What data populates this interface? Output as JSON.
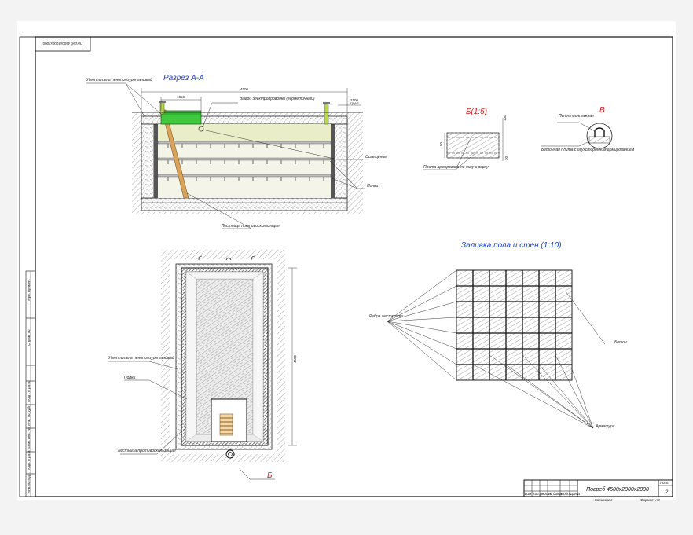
{
  "stamp": {
    "code": "Погреб 4500х2000х2000"
  },
  "section_aa": {
    "title": "Разрез А-А",
    "insulation_label": "Утеплитель пенополиуретановый",
    "dim_top": "4500",
    "dim_hatch": "1050",
    "dim_right": "2100",
    "ground_note": "грунт",
    "vent_label": "Вывод электропроводки (герметичный)",
    "lighting_label": "Освещение",
    "shelves_label": "Полки",
    "ladder_label": "Лестница противоскользящая"
  },
  "detail_b": {
    "title": "Б(1:5)",
    "mesh_note": "Плита армирована по низу и верху",
    "dim_1": "100",
    "dim_2": "50",
    "dim_3": "30"
  },
  "detail_v": {
    "title": "В",
    "loop_label": "Петля монтажная",
    "slab_label": "Бетонная плита с двухсторонним армированием"
  },
  "plan": {
    "dim_right": "4500",
    "insulation_label": "Утеплитель пенополиуретановый",
    "shelves_label": "Полки",
    "ladder_label": "Лестница противоскользящая",
    "marker": "Б"
  },
  "floor": {
    "title": "Заливка пола и стен (1:10)",
    "ribs_label": "Ребра жесткости",
    "concrete_label": "Бетон",
    "rebar_label": "Арматура"
  },
  "title_block": {
    "name": "Погреб 4500х2000х2000",
    "sheet_header": "Лист",
    "sheet_number": "2",
    "columns": [
      "Изм.",
      "Кол.уч",
      "Лист",
      "№ докум.",
      "Подп.",
      "Дата"
    ],
    "copied": "Копировал",
    "format": "Формат А3"
  },
  "side_strip": [
    "Инв.№ подл.",
    "Подп. и дата",
    "Взам. инв. №",
    "Инв. № дубл.",
    "Подп. и дата",
    "Справ. №",
    "Перв. примен."
  ]
}
